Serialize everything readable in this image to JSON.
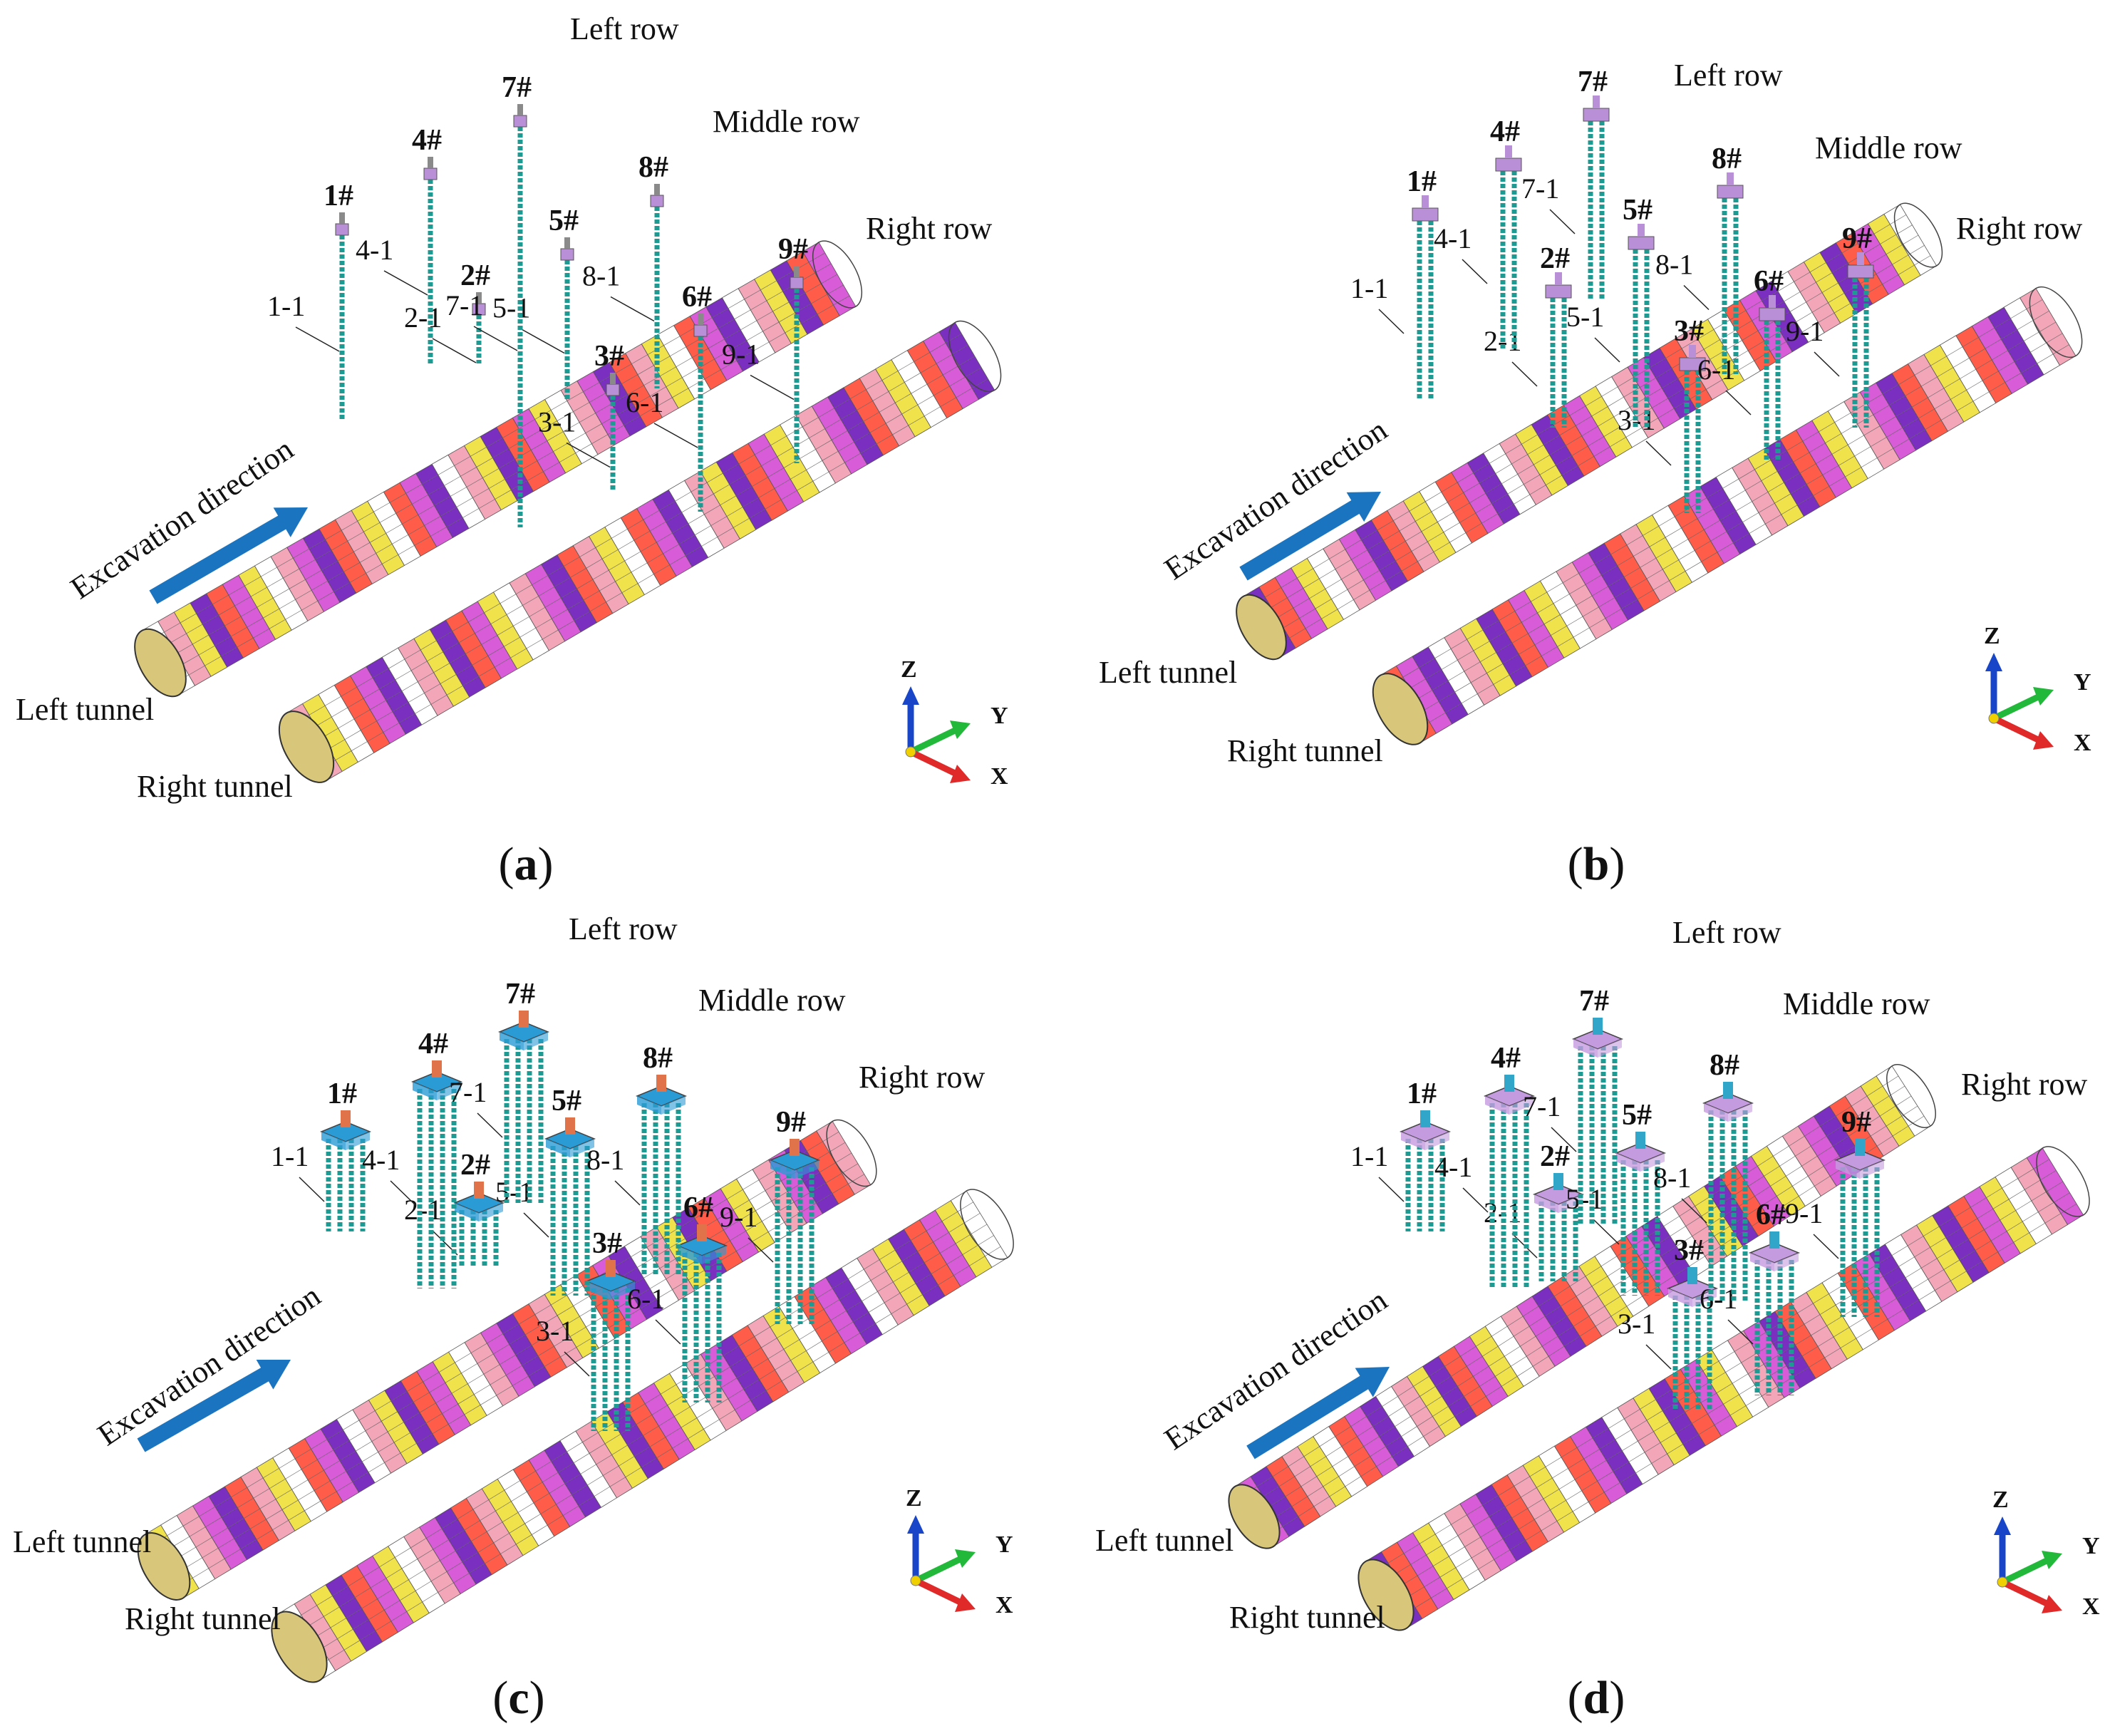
{
  "labels": {
    "left_row": "Left row",
    "middle_row": "Middle row",
    "right_row": "Right row",
    "left_tunnel": "Left tunnel",
    "right_tunnel": "Right tunnel",
    "excavation": "Excavation direction",
    "axis_z": "Z",
    "axis_y": "Y",
    "axis_x": "X"
  },
  "piles": [
    {
      "tag": "1#",
      "sub": "1-1"
    },
    {
      "tag": "2#",
      "sub": "2-1"
    },
    {
      "tag": "3#",
      "sub": "3-1"
    },
    {
      "tag": "4#",
      "sub": "4-1"
    },
    {
      "tag": "5#",
      "sub": "5-1"
    },
    {
      "tag": "6#",
      "sub": "6-1"
    },
    {
      "tag": "7#",
      "sub": "7-1"
    },
    {
      "tag": "8#",
      "sub": "8-1"
    },
    {
      "tag": "9#",
      "sub": "9-1"
    }
  ],
  "panels": [
    {
      "letter": "a",
      "pile_count": 1,
      "cap_color": "#b98fd8",
      "stub_color": "#8a8a8a"
    },
    {
      "letter": "b",
      "pile_count": 2,
      "cap_color": "#b98fd8",
      "stub_color": "#b98fd8"
    },
    {
      "letter": "c",
      "pile_count": 4,
      "cap_color": "#2b9bd6",
      "stub_color": "#e0734a"
    },
    {
      "letter": "d",
      "pile_count": 4,
      "cap_color": "#c59be0",
      "stub_color": "#32a6c8"
    }
  ],
  "colors": {
    "pile": "#1f9a92",
    "axis_z": "#1946c8",
    "axis_y": "#22b83a",
    "axis_x": "#e02a2a",
    "arrow": "#1a74c0",
    "tunnel_palette": [
      "#ffffff",
      "#e8c6f0",
      "#ff3fa3",
      "#7b2fc1",
      "#1e88d8",
      "#22c2c2",
      "#f0e24a",
      "#ff8a1e",
      "#3fb84a",
      "#d85cd8",
      "#6fd2ef",
      "#2456c8",
      "#f2a6b8",
      "#fff8c8",
      "#b06cd0",
      "#ff5c4a",
      "#9be34a",
      "#c8c8c8"
    ]
  }
}
